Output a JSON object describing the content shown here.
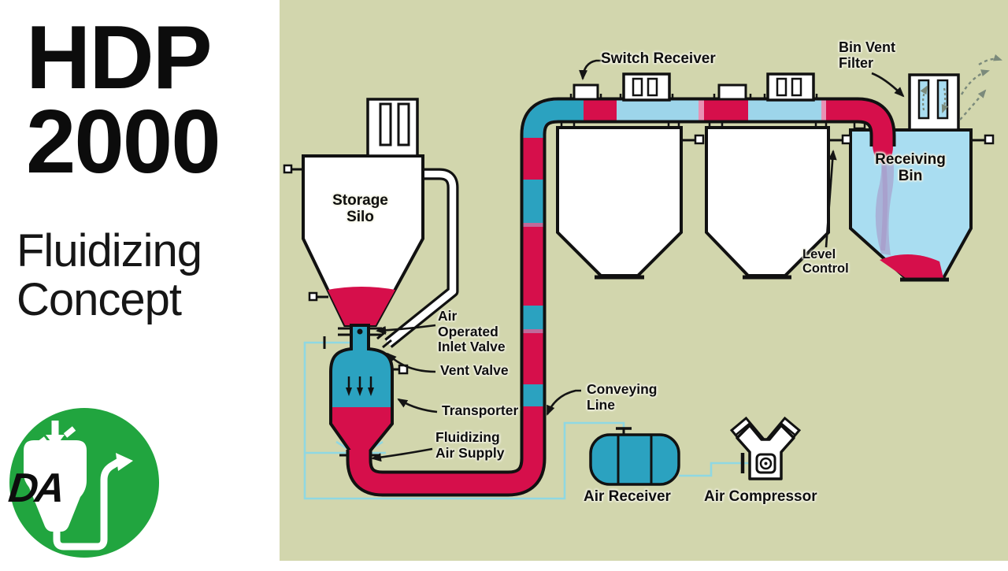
{
  "left_panel": {
    "title_line1": "HDP",
    "title_line2": "2000",
    "subtitle_line1": "Fluidizing",
    "subtitle_line2": "Concept",
    "logo_monogram": "DA"
  },
  "diagram": {
    "labels": {
      "switch_receiver": "Switch Receiver",
      "bin_vent_filter_l1": "Bin Vent",
      "bin_vent_filter_l2": "Filter",
      "receiving_bin_l1": "Receiving",
      "receiving_bin_l2": "Bin",
      "storage_silo_l1": "Storage",
      "storage_silo_l2": "Silo",
      "air_operated_inlet_valve_l1": "Air",
      "air_operated_inlet_valve_l2": "Operated",
      "air_operated_inlet_valve_l3": "Inlet Valve",
      "vent_valve": "Vent Valve",
      "transporter": "Transporter",
      "fluidizing_air_supply_l1": "Fluidizing",
      "fluidizing_air_supply_l2": "Air Supply",
      "conveying_line_l1": "Conveying",
      "conveying_line_l2": "Line",
      "level_control_l1": "Level",
      "level_control_l2": "Control",
      "air_receiver": "Air Receiver",
      "air_compressor": "Air Compressor"
    },
    "colors": {
      "background": "#d2d6ad",
      "material_red": "#d60f4b",
      "air_teal": "#2ba2c0",
      "air_light_blue": "#9dd5ea",
      "bin_fill": "#a9ddf1",
      "dust_purple": "#a88fc2",
      "supply_line_cyan": "#8fd8e2",
      "logo_green": "#21a53f"
    }
  }
}
